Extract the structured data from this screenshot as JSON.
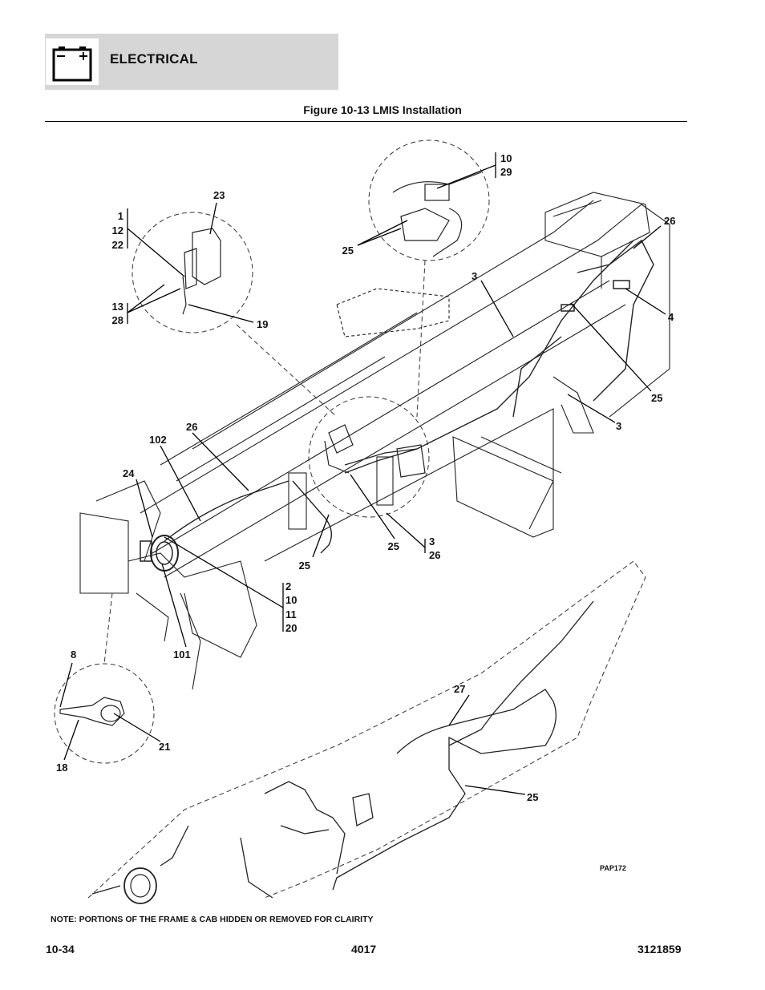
{
  "header": {
    "section": "ELECTRICAL",
    "icon": "battery-icon"
  },
  "figure": {
    "title": "Figure 10-13 LMIS Installation",
    "drawing_code": "PAP172"
  },
  "callouts": {
    "c1": "1",
    "c12": "12",
    "c22": "22",
    "c23": "23",
    "c13": "13",
    "c28": "28",
    "c19": "19",
    "top_10": "10",
    "top_29": "29",
    "top_25": "25",
    "r26": "26",
    "r3a": "3",
    "r4": "4",
    "r25": "25",
    "r3b": "3",
    "l26": "26",
    "l102": "102",
    "l24": "24",
    "m25a": "25",
    "m25b": "25",
    "m3": "3",
    "m26": "26",
    "s2": "2",
    "s10": "10",
    "s11": "11",
    "s20": "20",
    "l101": "101",
    "d8": "8",
    "d18": "18",
    "d21": "21",
    "h27": "27",
    "h25": "25"
  },
  "note": "NOTE: PORTIONS OF THE FRAME & CAB HIDDEN OR REMOVED FOR CLAIRITY",
  "footer": {
    "page": "10-34",
    "model": "4017",
    "doc_number": "3121859"
  }
}
